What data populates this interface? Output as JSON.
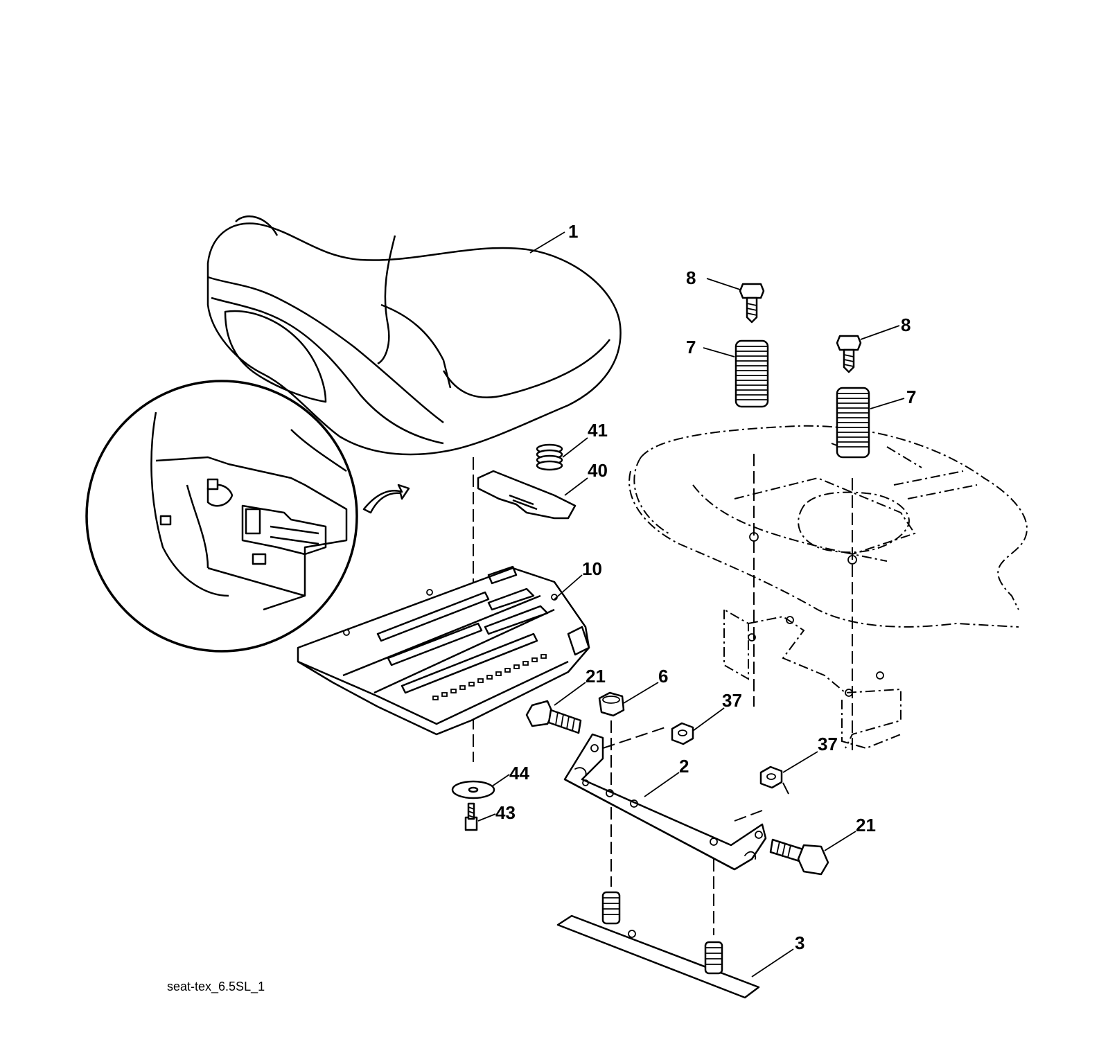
{
  "diagram": {
    "source_code": "seat-tex_6.5SL_1",
    "callouts": {
      "seat": "1",
      "bracket": "2",
      "base_plate": "3",
      "nut_6": "6",
      "spring_left": "7",
      "spring_right": "7",
      "bolt_left": "8",
      "bolt_right": "8",
      "seat_pan": "10",
      "bolt_21_left": "21",
      "bolt_21_right": "21",
      "nut_37_upper": "37",
      "nut_37_lower": "37",
      "switch_plate": "40",
      "switch_spring": "41",
      "screw": "43",
      "washer": "44"
    }
  }
}
